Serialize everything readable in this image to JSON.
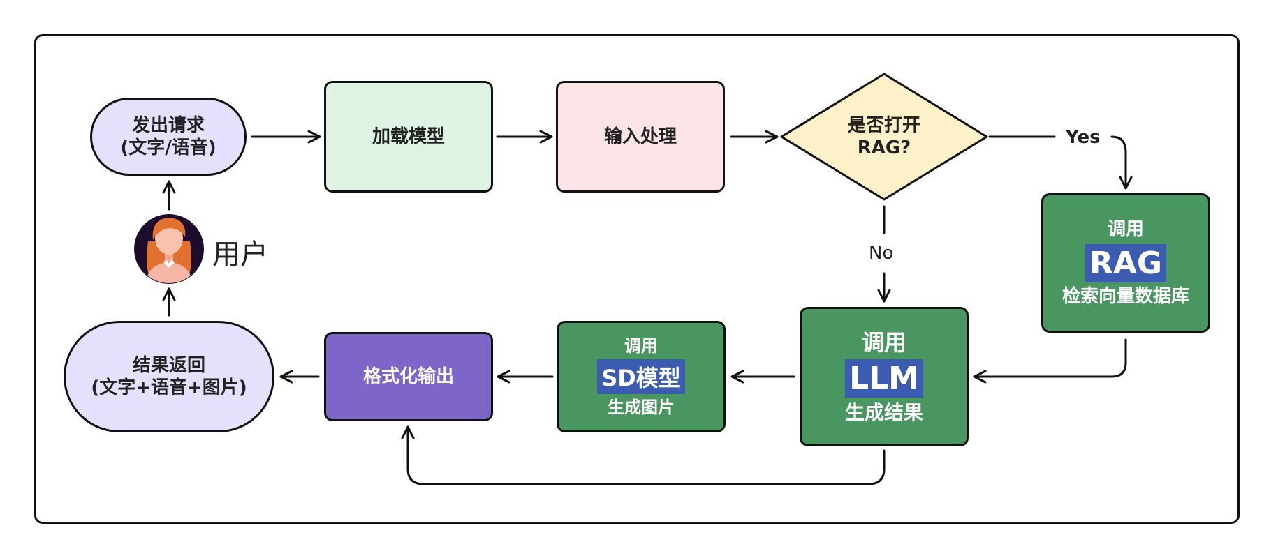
{
  "nodes": {
    "send_request": {
      "line1": "发出请求",
      "line2": "(文字/语音)"
    },
    "load_model": {
      "label": "加载模型"
    },
    "input_process": {
      "label": "输入处理"
    },
    "rag_decision": {
      "line1": "是否打开",
      "line2": "RAG?"
    },
    "call_rag": {
      "line1": "调用",
      "highlight": "RAG",
      "line3": "检索向量数据库"
    },
    "call_llm": {
      "line1": "调用",
      "highlight": "LLM",
      "line3": "生成结果"
    },
    "call_sd": {
      "line1": "调用",
      "highlight": "SD模型",
      "line3": "生成图片"
    },
    "format_output": {
      "label": "格式化输出"
    },
    "return_result": {
      "line1": "结果返回",
      "line2": "(文字+语音+图片)"
    }
  },
  "edge_labels": {
    "yes": "Yes",
    "no": "No"
  },
  "user": {
    "label": "用户"
  },
  "colors": {
    "lavender": "#e5e0fb",
    "mint": "#dff3e4",
    "pink": "#fde4e6",
    "cream": "#fdf1c9",
    "green": "#4a9660",
    "purple": "#7e66c9",
    "highlight": "#3b5cb0",
    "stroke": "#111111"
  }
}
